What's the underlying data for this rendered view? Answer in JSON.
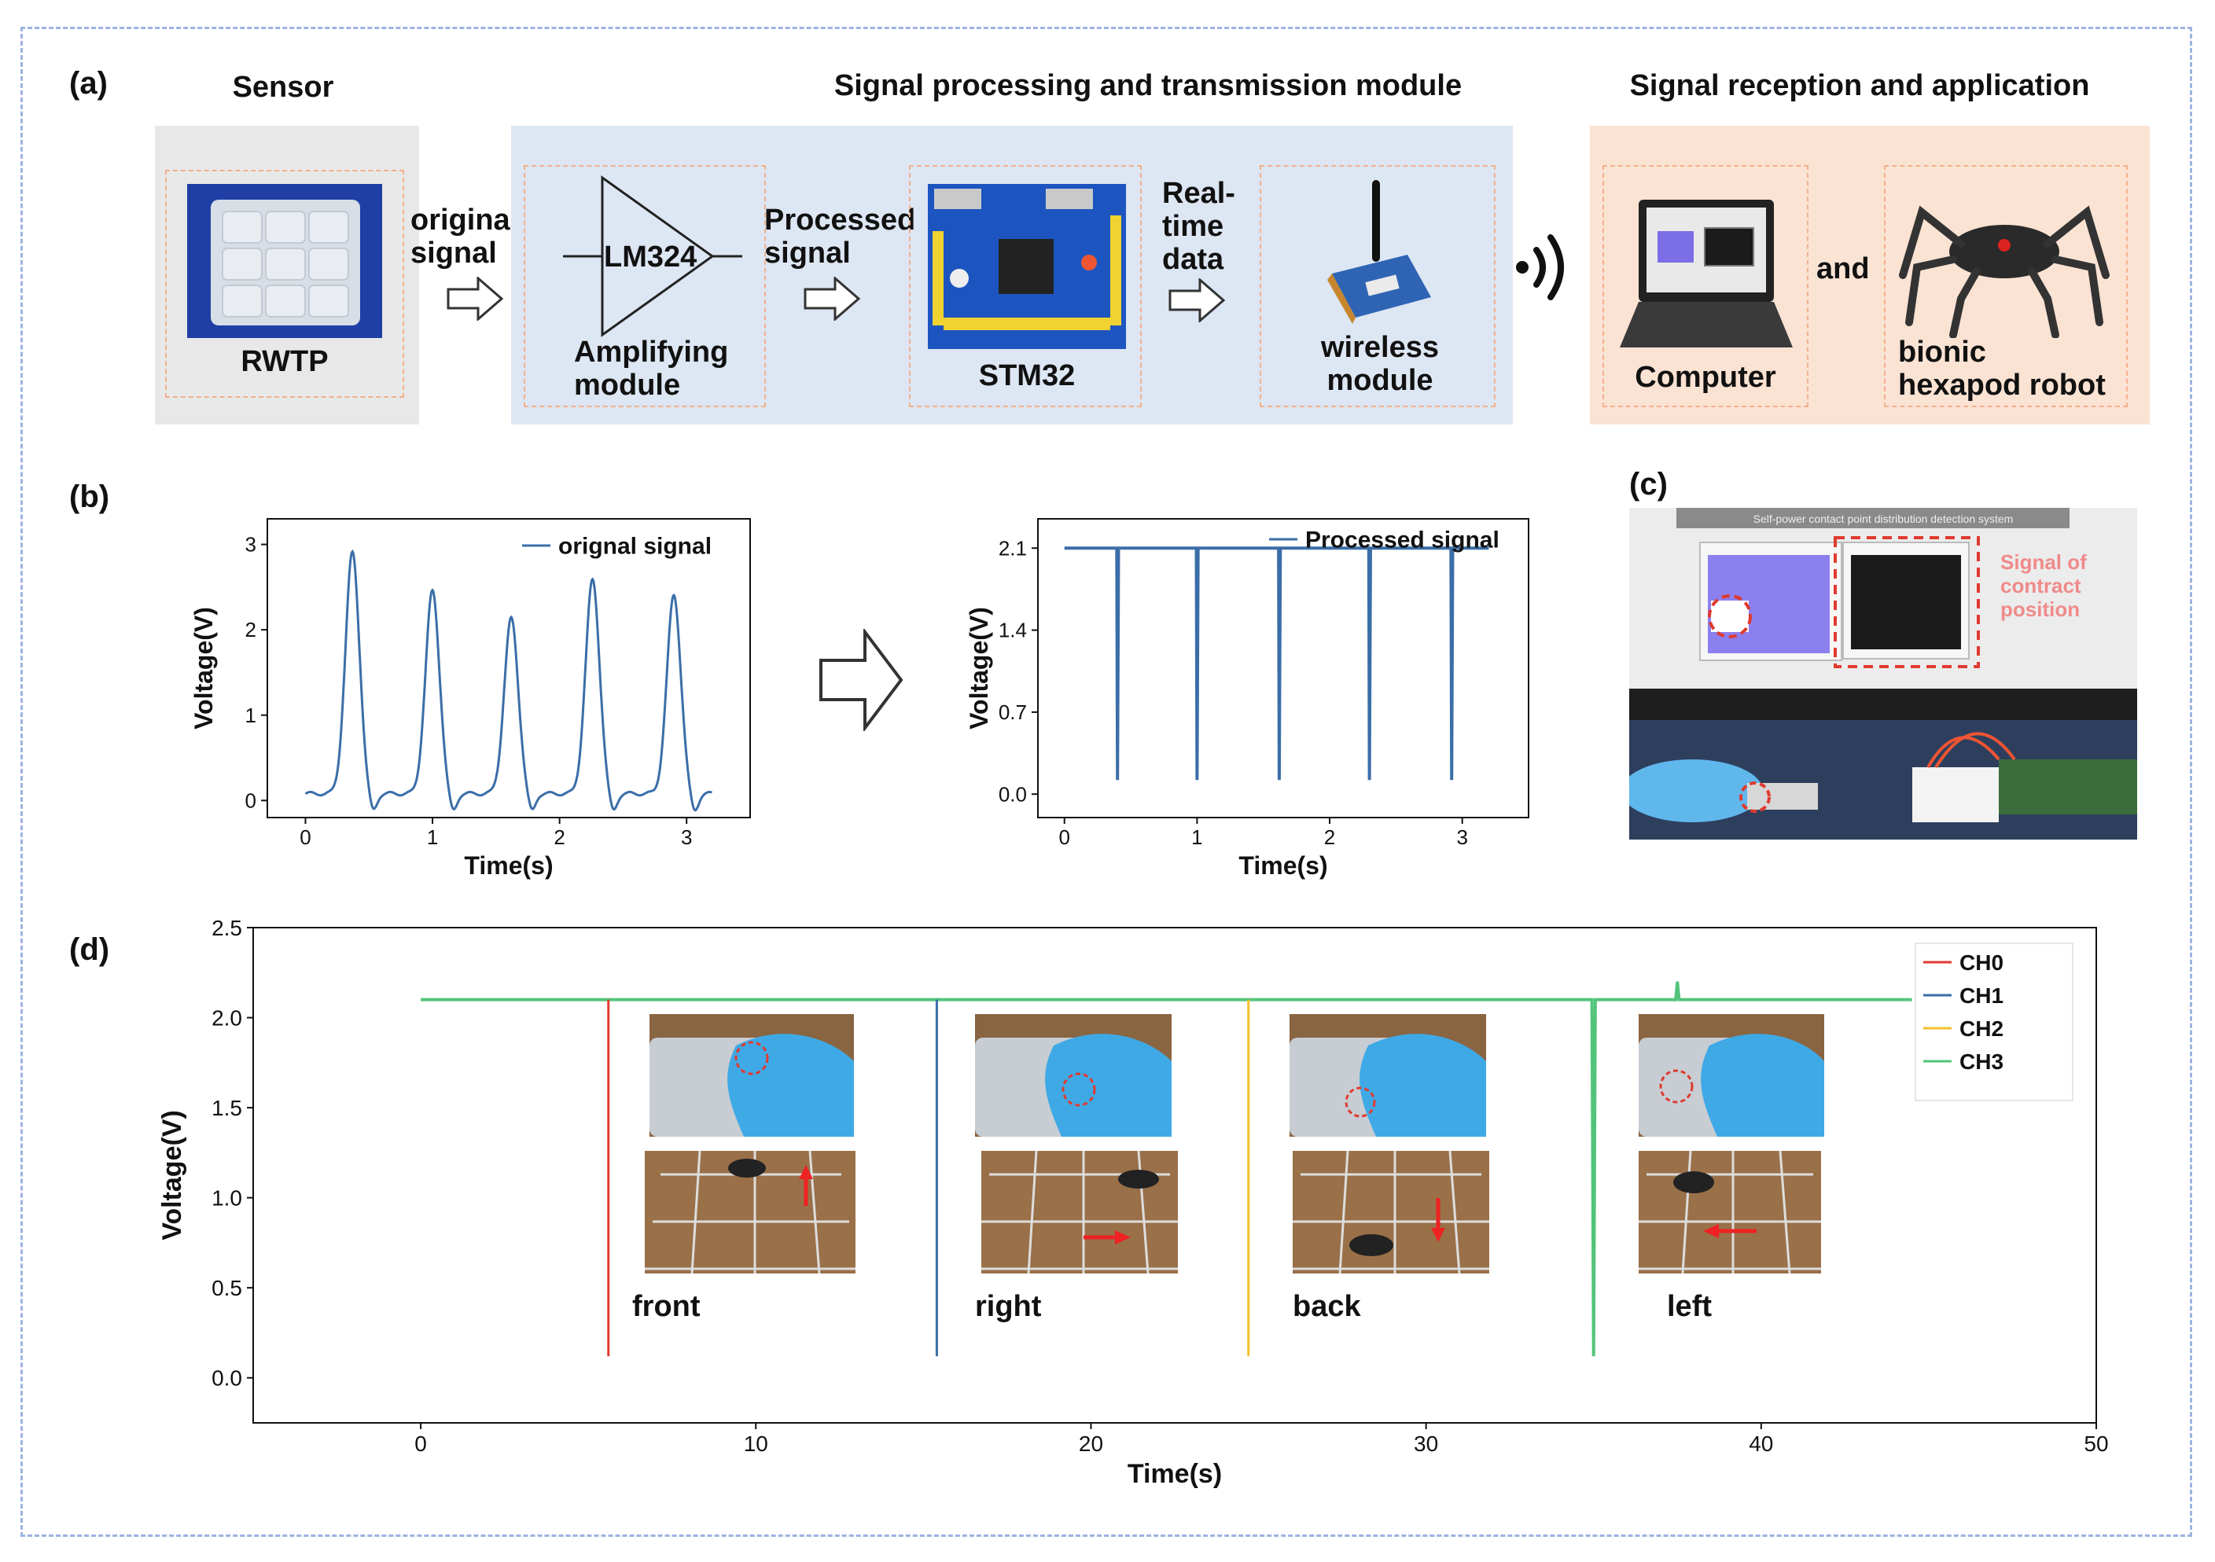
{
  "panels": {
    "a": {
      "label": "(a)",
      "headers": {
        "sensor": "Sensor",
        "processing": "Signal processing and transmission module",
        "reception": "Signal reception and application"
      },
      "sensor_name": "RWTP",
      "arrow1": {
        "line1": "original",
        "line2": "signal"
      },
      "amp_chip": "LM324",
      "amp_name": {
        "line1": "Amplifying",
        "line2": "module"
      },
      "arrow2": {
        "line1": "Processed",
        "line2": "signal"
      },
      "mcu_name": "STM32",
      "arrow3": {
        "line1": "Real-",
        "line2": "time",
        "line3": "data"
      },
      "wireless_name": {
        "line1": "wireless",
        "line2": "module"
      },
      "computer_name": "Computer",
      "conj": "and",
      "robot_name": {
        "line1": "bionic",
        "line2": "hexapod robot"
      },
      "colors": {
        "sensor_bg": "#e8e8e8",
        "processing_bg": "#dde6f3",
        "reception_bg": "#fbe3d4",
        "dash": "#f4b08a"
      }
    },
    "b": {
      "label": "(b)"
    },
    "c": {
      "label": "(c)",
      "photo_title": "Self-power contact point distribution detection system",
      "annotation": {
        "line1": "Signal of",
        "line2": "contract",
        "line3": "position"
      }
    },
    "d": {
      "label": "(d)",
      "directions": [
        "front",
        "right",
        "back",
        "left"
      ]
    }
  },
  "chart_data": [
    {
      "id": "b-left",
      "type": "line",
      "xlabel": "Time(s)",
      "ylabel": "Voltage(V)",
      "xlim": [
        -0.3,
        3.5
      ],
      "ylim": [
        -0.2,
        3.3
      ],
      "xticks": [
        0,
        1,
        2,
        3
      ],
      "yticks": [
        0,
        1,
        2,
        3
      ],
      "legend": "top-right",
      "series": [
        {
          "name": "orignal signal",
          "color": "#3b6ea8",
          "baseline": 0.08,
          "peaks": [
            [
              0.37,
              2.9
            ],
            [
              1.0,
              2.45
            ],
            [
              1.62,
              2.13
            ],
            [
              2.26,
              2.58
            ],
            [
              2.9,
              2.4
            ]
          ],
          "x_start": 0.0,
          "x_end": 3.2
        }
      ]
    },
    {
      "id": "b-right",
      "type": "line",
      "xlabel": "Time(s)",
      "ylabel": "Voltage(V)",
      "xlim": [
        -0.2,
        3.5
      ],
      "ylim": [
        -0.2,
        2.35
      ],
      "xticks": [
        0,
        1,
        2,
        3
      ],
      "yticks": [
        0.0,
        0.7,
        1.4,
        2.1
      ],
      "ytick_labels": [
        "0.0",
        "0.7",
        "1.4",
        "2.1"
      ],
      "legend": "top-right",
      "series": [
        {
          "name": "Processed signal",
          "color": "#3b6ea8",
          "baseline": 2.1,
          "dips": [
            [
              0.4,
              0.12
            ],
            [
              1.0,
              0.12
            ],
            [
              1.62,
              0.12
            ],
            [
              2.3,
              0.12
            ],
            [
              2.92,
              0.12
            ]
          ],
          "x_start": 0.0,
          "x_end": 3.2
        }
      ]
    },
    {
      "id": "d",
      "type": "line",
      "xlabel": "Time(s)",
      "ylabel": "Voltage(V)",
      "xlim": [
        -5,
        50
      ],
      "ylim": [
        -0.25,
        2.5
      ],
      "xticks": [
        0,
        10,
        20,
        30,
        40,
        50
      ],
      "yticks": [
        0.0,
        0.5,
        1.0,
        1.5,
        2.0,
        2.5
      ],
      "ytick_labels": [
        "0.0",
        "0.5",
        "1.0",
        "1.5",
        "2.0",
        "2.5"
      ],
      "legend": "top-right",
      "baseline": 2.1,
      "x_start": 0,
      "x_end": 44.5,
      "series": [
        {
          "name": "CH0",
          "color": "#e03a2f",
          "dip_x": 5.6,
          "dip_y": 0.12
        },
        {
          "name": "CH1",
          "color": "#3b6ea8",
          "dip_x": 15.4,
          "dip_y": 0.12
        },
        {
          "name": "CH2",
          "color": "#f2c12e",
          "dip_x": 24.7,
          "dip_y": 0.12
        },
        {
          "name": "CH3",
          "color": "#52c47a",
          "dip_x": 35.0,
          "dip_y": 0.12
        }
      ],
      "spike": {
        "x": 37.5,
        "y": 2.2
      }
    }
  ]
}
